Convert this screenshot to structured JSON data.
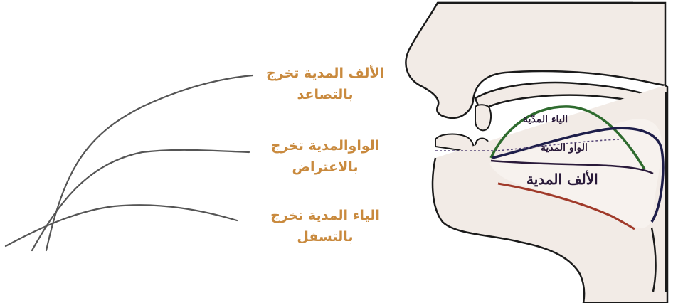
{
  "captions": {
    "alef": {
      "line1": "الألف المدية تخرج",
      "line2": "بالتصاعد"
    },
    "waw": {
      "line1": "الواوالمدية تخرج",
      "line2": "بالاعتراض"
    },
    "yaa": {
      "line1": "الياء المدية تخرج",
      "line2": "بالتسفل"
    }
  },
  "diagram_labels": {
    "yaa": "الياء المدّية",
    "waw": "الواو المدية",
    "alef": "الألف المدية"
  },
  "colors": {
    "caption": "#c98a3e",
    "yaa_curve": "#2e6b2e",
    "waw_curve": "#1e1e4a",
    "alef_curve": "#a03a2a",
    "outline": "#1a1a1a",
    "tissue": "#f2ebe6"
  }
}
